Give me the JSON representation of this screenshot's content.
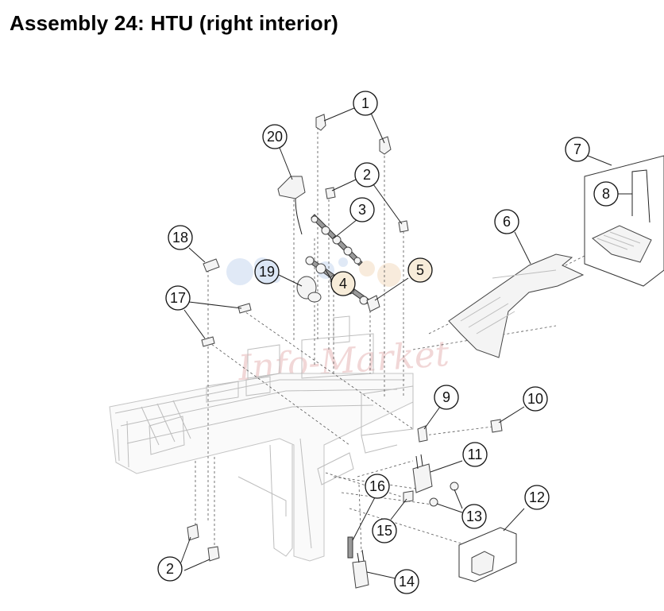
{
  "title": "Assembly 24:  HTU (right interior)",
  "watermark": "Info-Market",
  "callout_fill_default": "#ffffff",
  "callouts": [
    {
      "label": "1",
      "fill": "#ffffff"
    },
    {
      "label": "20",
      "fill": "#ffffff"
    },
    {
      "label": "2",
      "fill": "#ffffff"
    },
    {
      "label": "3",
      "fill": "#ffffff"
    },
    {
      "label": "7",
      "fill": "#ffffff"
    },
    {
      "label": "8",
      "fill": "#ffffff"
    },
    {
      "label": "6",
      "fill": "#ffffff"
    },
    {
      "label": "18",
      "fill": "#ffffff"
    },
    {
      "label": "19",
      "fill": "#dbe6f5"
    },
    {
      "label": "4",
      "fill": "#f7ecd9"
    },
    {
      "label": "5",
      "fill": "#f7ecd9"
    },
    {
      "label": "17",
      "fill": "#ffffff"
    },
    {
      "label": "9",
      "fill": "#ffffff"
    },
    {
      "label": "10",
      "fill": "#ffffff"
    },
    {
      "label": "11",
      "fill": "#ffffff"
    },
    {
      "label": "16",
      "fill": "#ffffff"
    },
    {
      "label": "12",
      "fill": "#ffffff"
    },
    {
      "label": "13",
      "fill": "#ffffff"
    },
    {
      "label": "15",
      "fill": "#ffffff"
    },
    {
      "label": "2",
      "fill": "#ffffff"
    },
    {
      "label": "14",
      "fill": "#ffffff"
    }
  ]
}
